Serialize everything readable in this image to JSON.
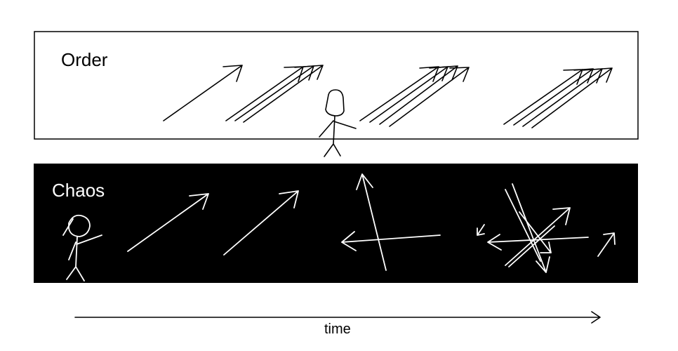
{
  "order": {
    "label": "Order"
  },
  "chaos": {
    "label": "Chaos"
  },
  "axis": {
    "label": "time"
  },
  "colors": {
    "order_bg": "#ffffff",
    "chaos_bg": "#000000",
    "ink": "#000000"
  }
}
